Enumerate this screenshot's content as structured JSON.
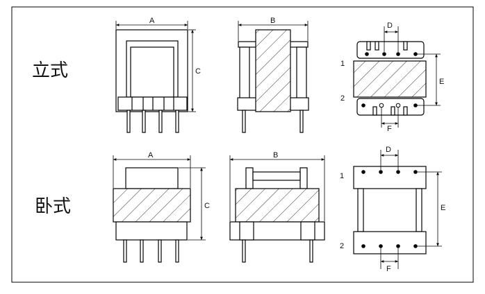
{
  "rows": {
    "vertical_label": "立式",
    "horizontal_label": "卧式"
  },
  "dims": {
    "A": "A",
    "B": "B",
    "C": "C",
    "D": "D",
    "E": "E",
    "F": "F"
  },
  "pins": {
    "pin1": "1",
    "pin2": "2"
  }
}
